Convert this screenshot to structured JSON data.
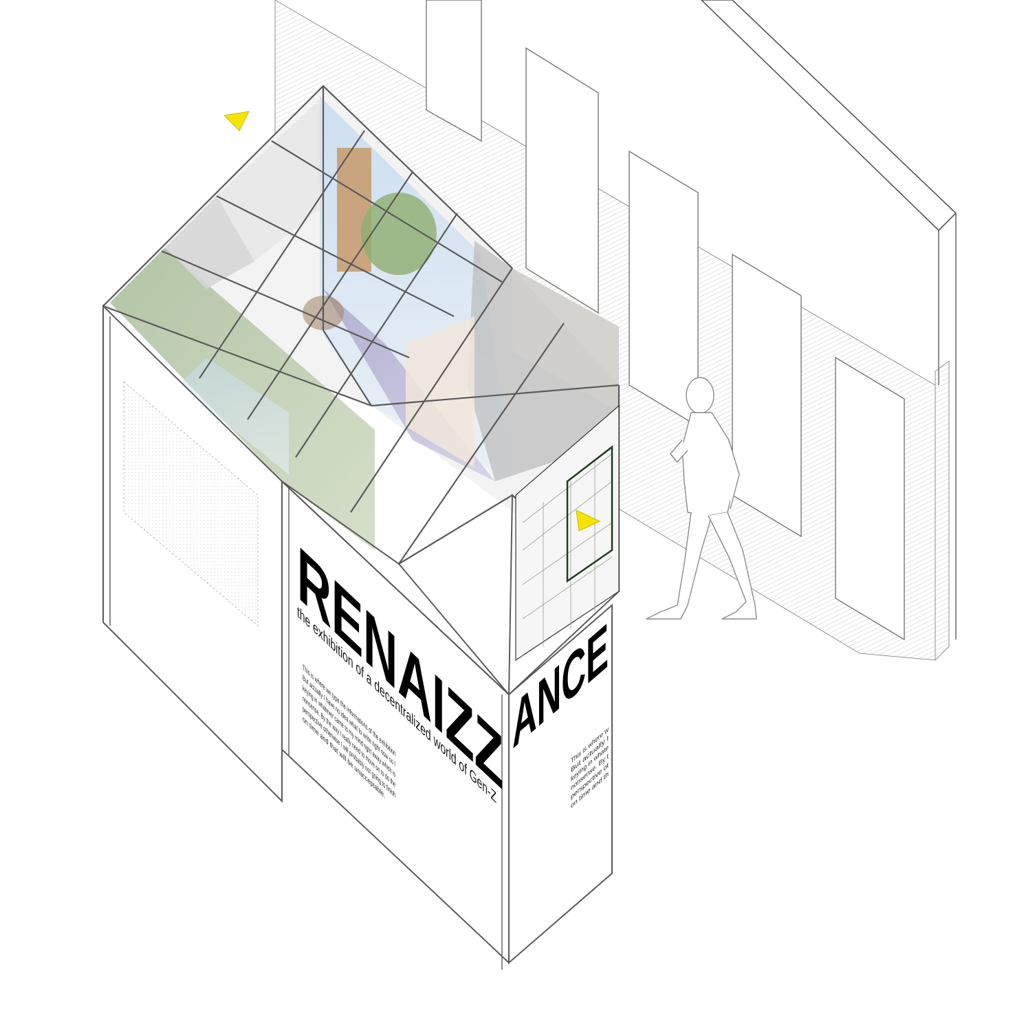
{
  "exhibition": {
    "title_left": "RENAIZZ",
    "title_right": "ANCE",
    "subtitle": "the exhibition of a decentralized world of Gen-Z",
    "description_lines": [
      "This is where we type the informations of the exhibition",
      "But actually I have no idea what to write right now so I",
      "keying in whatever came to my mind right away which is",
      "nonsense. By the way I really need to move on to do the",
      "perspective otherwise I will probably not going to finish",
      "on time and that will be unacceptable."
    ],
    "side_description_lines": [
      "This is where w",
      "But actually I",
      "keying in whate",
      "nonsense. By t",
      "perspective ot",
      "on time and th"
    ]
  },
  "colors": {
    "marker": "#f5e400",
    "line": "#6e6e6e",
    "hatch": "#b8b8b8",
    "glass": "#cfcfcf"
  },
  "icons": [
    "direction-marker-icon",
    "direction-marker-icon"
  ]
}
